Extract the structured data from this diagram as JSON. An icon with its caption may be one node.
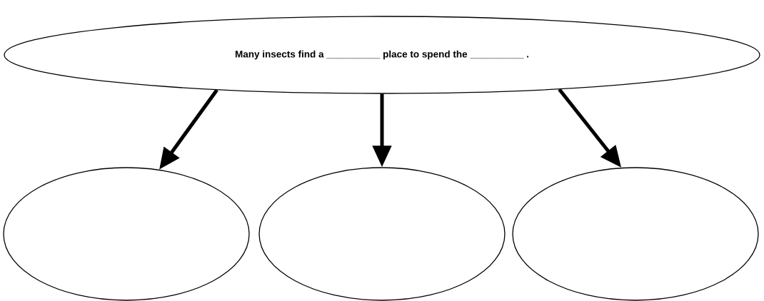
{
  "diagram": {
    "nodes": [
      {
        "text": [
          "Many insects find a __________ place to spend the __________ ."
        ]
      },
      {
        "text": [],
        "shape": "ellipse"
      },
      {
        "text": [],
        "shape": "ellipse"
      },
      {
        "text": [],
        "shape": "ellipse"
      }
    ],
    "edges": [
      {
        "from": 0,
        "to": 1,
        "arrow": "to"
      },
      {
        "from": 0,
        "to": 2,
        "arrow": "to"
      },
      {
        "from": 0,
        "to": 3,
        "arrow": "to"
      }
    ]
  }
}
